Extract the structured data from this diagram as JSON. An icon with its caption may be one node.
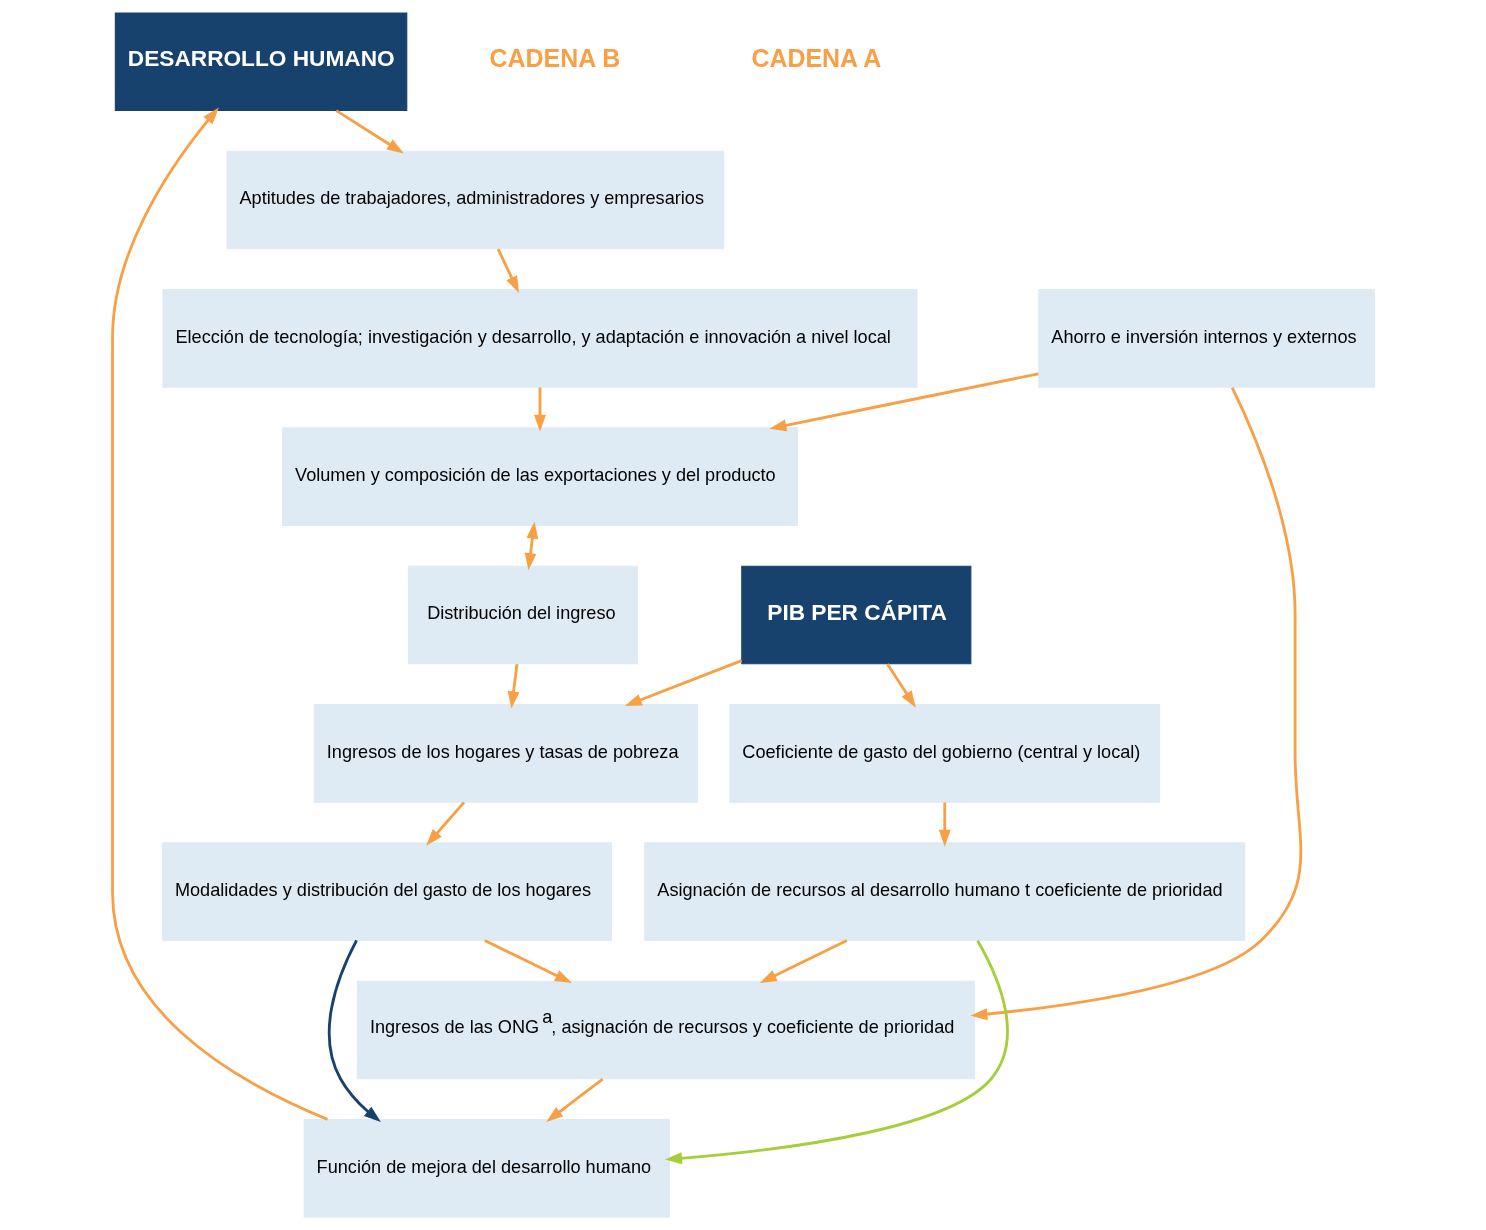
{
  "diagram": {
    "nodes": [
      {
        "text": [
          "DESARROLLO HUMANO"
        ]
      },
      {
        "text": [
          "Aptitudes de trabajadores, administradores y empresarios"
        ]
      },
      {
        "text": [
          "Función de mejora del desarrollo humano"
        ]
      },
      {
        "text": [
          "Elección de tecnología; investigación y desarrollo, y adaptación e innovación a nivel local"
        ]
      },
      {
        "text": [
          "Ingresos de las ONG$^{a}$, asignación de recursos y coeficiente de prioridad"
        ]
      },
      {
        "text": [
          "Volumen y composición de las exportaciones y del producto"
        ]
      },
      {
        "text": [
          "Ahorro e inversión internos y externos"
        ]
      },
      {
        "text": [
          "Modalidades y distribución del gasto de los hogares"
        ]
      },
      {
        "text": [
          "Asignación de recursos al desarrollo humano t coeficiente de prioridad"
        ]
      },
      {
        "text": [
          "Distribución del ingreso"
        ]
      },
      {
        "text": [
          "Ingresos de los hogares y tasas de pobreza"
        ]
      },
      {
        "text": [
          "Coeficiente de gasto del gobierno (central y local)"
        ]
      },
      {
        "text": [
          "PIB PER CÁPITA"
        ]
      }
    ],
    "edges": [
      {
        "from": 0,
        "to": 1,
        "arrow": "to"
      },
      {
        "from": 2,
        "to": 0,
        "arrow": "to"
      },
      {
        "from": 1,
        "to": 3,
        "arrow": "to"
      },
      {
        "from": 3,
        "to": 5,
        "arrow": "to"
      },
      {
        "from": 6,
        "to": 5,
        "arrow": "to"
      },
      {
        "from": 5,
        "to": 9,
        "arrow": "both"
      },
      {
        "from": 9,
        "to": 10,
        "arrow": "to"
      },
      {
        "from": 10,
        "to": 7,
        "arrow": "to"
      },
      {
        "from": 12,
        "to": 10,
        "arrow": "to"
      },
      {
        "from": 12,
        "to": 11,
        "arrow": "to"
      },
      {
        "from": 11,
        "to": 8,
        "arrow": "to"
      },
      {
        "from": 8,
        "to": 4,
        "arrow": "to"
      },
      {
        "from": 4,
        "to": 2,
        "arrow": "to"
      },
      {
        "from": 6,
        "to": 4,
        "arrow": "to"
      },
      {
        "from": 7,
        "to": 4,
        "arrow": "to"
      },
      {
        "from": 7,
        "to": 2,
        "arrow": "to",
        "color": "#17426e"
      },
      {
        "from": 8,
        "to": 2,
        "arrow": "to",
        "color": "#a6ce39"
      }
    ],
    "labels": [
      "CADENA B",
      "CADENA A"
    ]
  }
}
